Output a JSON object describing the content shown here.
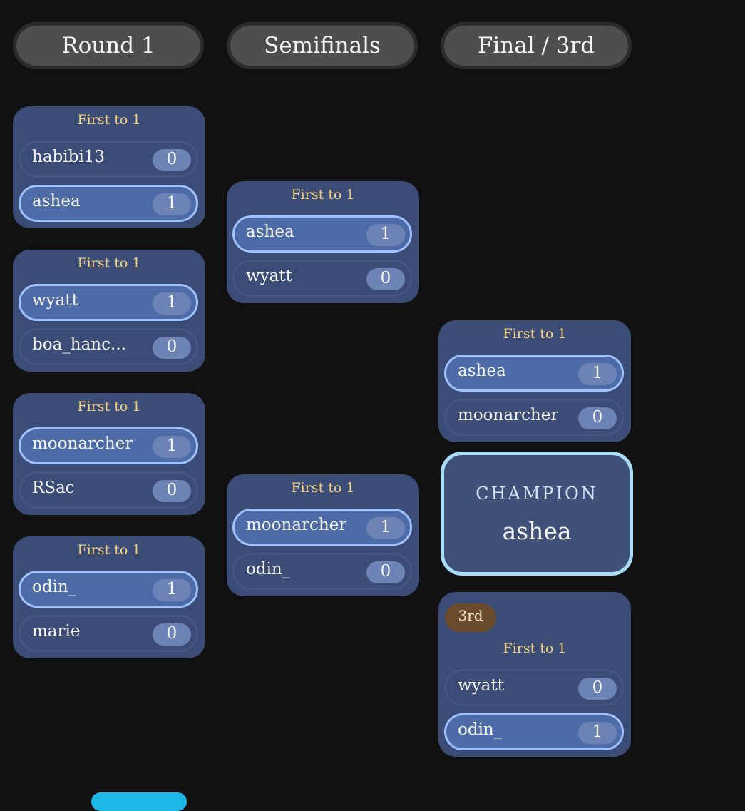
{
  "rounds": [
    {
      "title": "Round 1"
    },
    {
      "title": "Semifinals"
    },
    {
      "title": "Final / 3rd"
    }
  ],
  "matches": {
    "r1m1": {
      "format": "First to 1",
      "p1": {
        "name": "habibi13",
        "score": "0"
      },
      "p2": {
        "name": "ashea",
        "score": "1"
      }
    },
    "r1m2": {
      "format": "First to 1",
      "p1": {
        "name": "wyatt",
        "score": "1"
      },
      "p2": {
        "name": "boa_hanc...",
        "score": "0"
      }
    },
    "r1m3": {
      "format": "First to 1",
      "p1": {
        "name": "moonarcher",
        "score": "1"
      },
      "p2": {
        "name": "RSac",
        "score": "0"
      }
    },
    "r1m4": {
      "format": "First to 1",
      "p1": {
        "name": "odin_",
        "score": "1"
      },
      "p2": {
        "name": "marie",
        "score": "0"
      }
    },
    "sf1": {
      "format": "First to 1",
      "p1": {
        "name": "ashea",
        "score": "1"
      },
      "p2": {
        "name": "wyatt",
        "score": "0"
      }
    },
    "sf2": {
      "format": "First to 1",
      "p1": {
        "name": "moonarcher",
        "score": "1"
      },
      "p2": {
        "name": "odin_",
        "score": "0"
      }
    },
    "final": {
      "format": "First to 1",
      "p1": {
        "name": "ashea",
        "score": "1"
      },
      "p2": {
        "name": "moonarcher",
        "score": "0"
      }
    },
    "third": {
      "badge": "3rd",
      "format": "First to 1",
      "p1": {
        "name": "wyatt",
        "score": "0"
      },
      "p2": {
        "name": "odin_",
        "score": "1"
      }
    }
  },
  "champion": {
    "label": "CHAMPION",
    "name": "ashea"
  },
  "colors": {
    "background": "#111111",
    "match_card": "#3b4c76",
    "winner_border": "#9ec2ff",
    "format_text": "#f3cf7a",
    "champion_border": "#a9dcf7",
    "third_badge": "#6a4c2c",
    "accent_button": "#1eb8e8"
  }
}
